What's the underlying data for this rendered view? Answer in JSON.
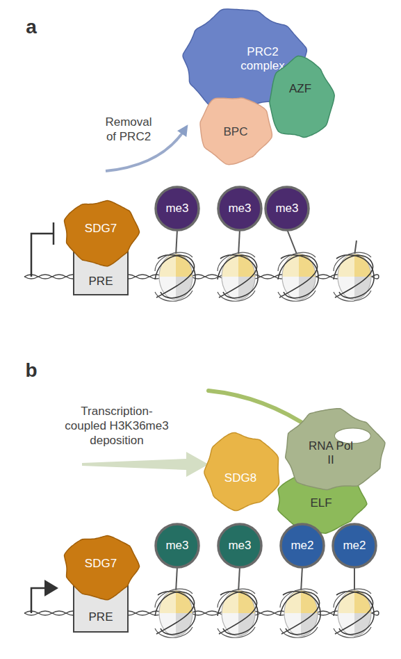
{
  "diagram": {
    "nodes": [
      {
        "text": [
          "PRC2 complex"
        ]
      },
      {
        "text": [
          "BPC"
        ]
      },
      {
        "text": [
          "AZF"
        ]
      },
      {
        "text": [
          "SDG7"
        ]
      },
      {
        "text": [
          "PRE"
        ]
      },
      {
        "text": [
          "me3"
        ]
      },
      {
        "text": [
          "me3"
        ]
      },
      {
        "text": [
          "me3"
        ]
      },
      {
        "text": [
          "SDG8"
        ]
      },
      {
        "text": [
          "RNA Pol II"
        ]
      },
      {
        "text": [
          "ELF"
        ]
      },
      {
        "text": [
          "SDG7"
        ]
      },
      {
        "text": [
          "PRE"
        ]
      },
      {
        "text": [
          "me3"
        ]
      },
      {
        "text": [
          "me3"
        ]
      },
      {
        "text": [
          "me2"
        ]
      },
      {
        "text": [
          "me2"
        ]
      }
    ],
    "labels": [
      "a",
      "Removal of PRC2",
      "b",
      "Transcription- coupled H3K36me3 deposition"
    ]
  }
}
